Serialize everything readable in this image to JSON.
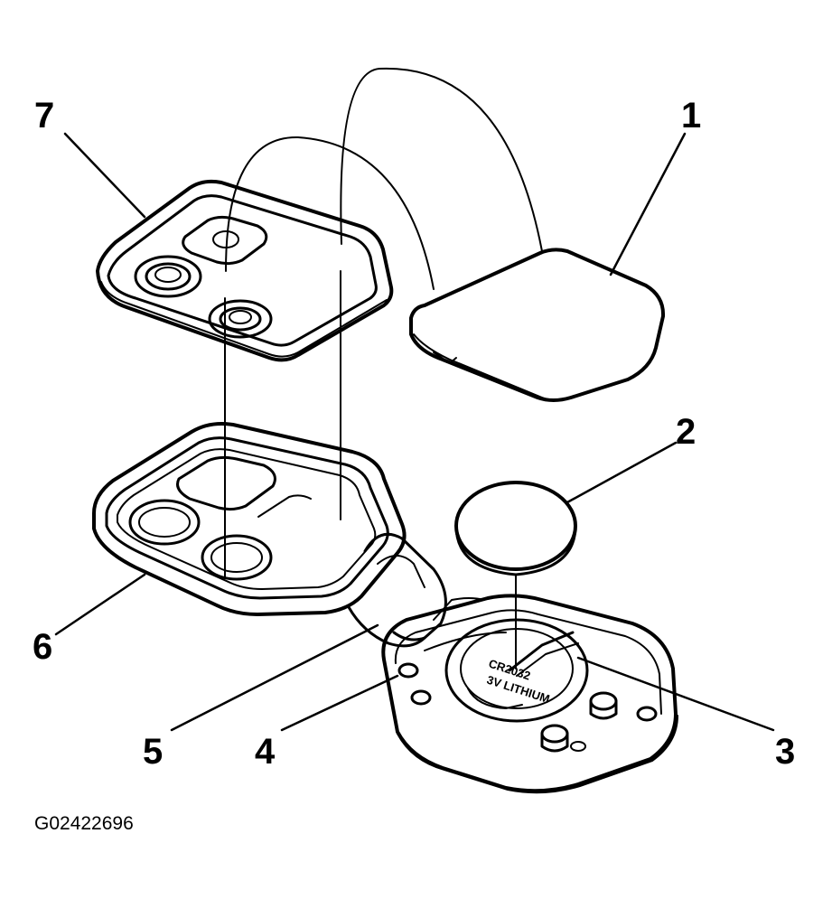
{
  "callouts": [
    {
      "id": "c1",
      "number": "1"
    },
    {
      "id": "c2",
      "number": "2"
    },
    {
      "id": "c3",
      "number": "3"
    },
    {
      "id": "c4",
      "number": "4"
    },
    {
      "id": "c5",
      "number": "5"
    },
    {
      "id": "c6",
      "number": "6"
    },
    {
      "id": "c7",
      "number": "7"
    }
  ],
  "figure_id": "G02422696",
  "battery_marking": {
    "line1": "CR2032",
    "line2": "3V LITHIUM"
  },
  "colors": {
    "ink": "#000000",
    "paper": "#ffffff"
  }
}
